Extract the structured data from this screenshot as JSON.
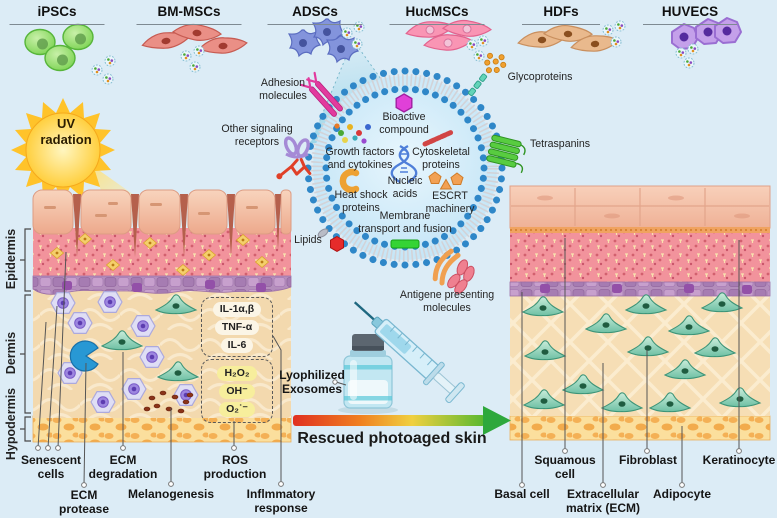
{
  "cell_types": [
    {
      "name": "iPSCs"
    },
    {
      "name": "BM-MSCs"
    },
    {
      "name": "ADSCs"
    },
    {
      "name": "HucMSCs"
    },
    {
      "name": "HDFs"
    },
    {
      "name": "HUVECS"
    }
  ],
  "uv_label": "UV\nradation",
  "skin_layer_labels": {
    "epidermis": "Epidermis",
    "dermis": "Dermis",
    "hypodermis": "Hypodermis"
  },
  "exosome_labels": {
    "adhesion": "Adhesion\nmolecules",
    "glycoproteins": "Glycoproteins",
    "signaling": "Other signaling\nreceptors",
    "tetraspanins": "Tetraspanins",
    "bioactive": "Bioactive\ncompound",
    "growth_factors": "Growth factors\nand cytokines",
    "nucleic_acids": "Nucleic\nacids",
    "cytoskeletal": "Cytoskeletal\nproteins",
    "heat_shock": "Heat shock\nproteins",
    "escrt": "ESCRT\nmachinery",
    "membrane_transport": "Membrane\ntransport and fusion",
    "lipids": "Lipids",
    "antigen": "Antigene presenting\nmolecules"
  },
  "photoaged_skin": {
    "callouts": {
      "senescent": "Senescent\ncells",
      "ecm_protease": "ECM\nprotease",
      "ecm_degradation": "ECM\ndegradation",
      "melanogenesis": "Melanogenesis",
      "ros": "ROS\nproduction",
      "inflammatory": "Inflmmatory\nresponse"
    },
    "cytokines": [
      "IL-1α,β",
      "TNF-α",
      "IL-6"
    ],
    "ros_species": [
      "H₂O₂",
      "OH⁻",
      "O₂˙⁻"
    ]
  },
  "treatment": {
    "vial_label": "Lyophilized\nExosomes",
    "arrow_label": "Rescued photoaged skin"
  },
  "rescued_skin": {
    "callouts": {
      "basal": "Basal cell",
      "squamous": "Squamous\ncell",
      "ecm": "Extracellular\nmatrix (ECM)",
      "fibroblast": "Fibroblast",
      "adipocyte": "Adipocyte",
      "keratinocyte": "Keratinocyte"
    }
  },
  "colors": {
    "background": "#dcecf6",
    "membrane_blue": "#2f87c8",
    "arrow_red": "#e03020",
    "arrow_green": "#2ea83c",
    "sun_yellow": "#ffc32a",
    "epidermis_pink": "#f2939c",
    "dermis_tan": "#f3d9ae",
    "hypodermis_orange": "#fbdf9d"
  }
}
